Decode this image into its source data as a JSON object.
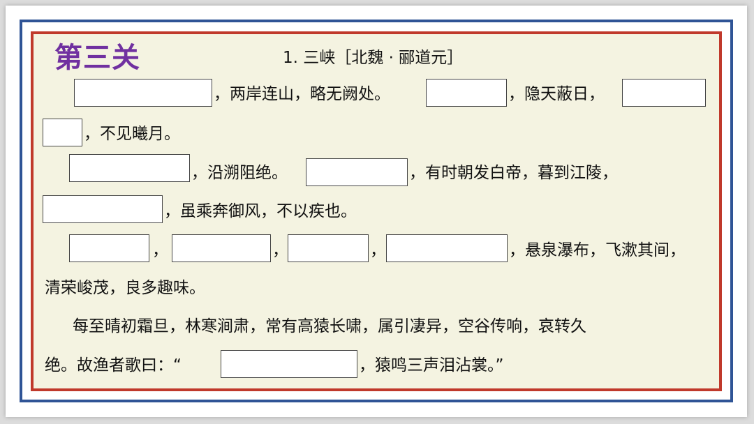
{
  "level_title": "第三关",
  "text_title": "1. 三峡［北魏 · 郦道元］",
  "para1": {
    "seg1": "，两岸连山，略无阙处。",
    "seg2": "，隐天蔽日，",
    "seg3": "，不见曦月。"
  },
  "para2": {
    "seg1": "，沿溯阻绝。",
    "seg2": "，有时朝发白帝，暮到江陵，",
    "seg3": "，虽乘奔御风，不以疾也。"
  },
  "para3": {
    "comma1": "，",
    "comma2": "，",
    "comma3": "，",
    "seg1": "，悬泉瀑布，飞漱其间，",
    "seg2": "清荣峻茂，良多趣味。"
  },
  "para4": {
    "line1": "每至晴初霜旦，林寒涧肃，常有高猿长啸，属引凄异，空谷传响，哀转久",
    "line2": "绝。故渔者歌曰：“",
    "seg2": "，猿鸣三声泪沾裳。”"
  },
  "colors": {
    "outer_border": "#2f5496",
    "inner_border": "#c0392b",
    "panel_background": "#f4f3e1",
    "title_purple": "#7030a0"
  }
}
